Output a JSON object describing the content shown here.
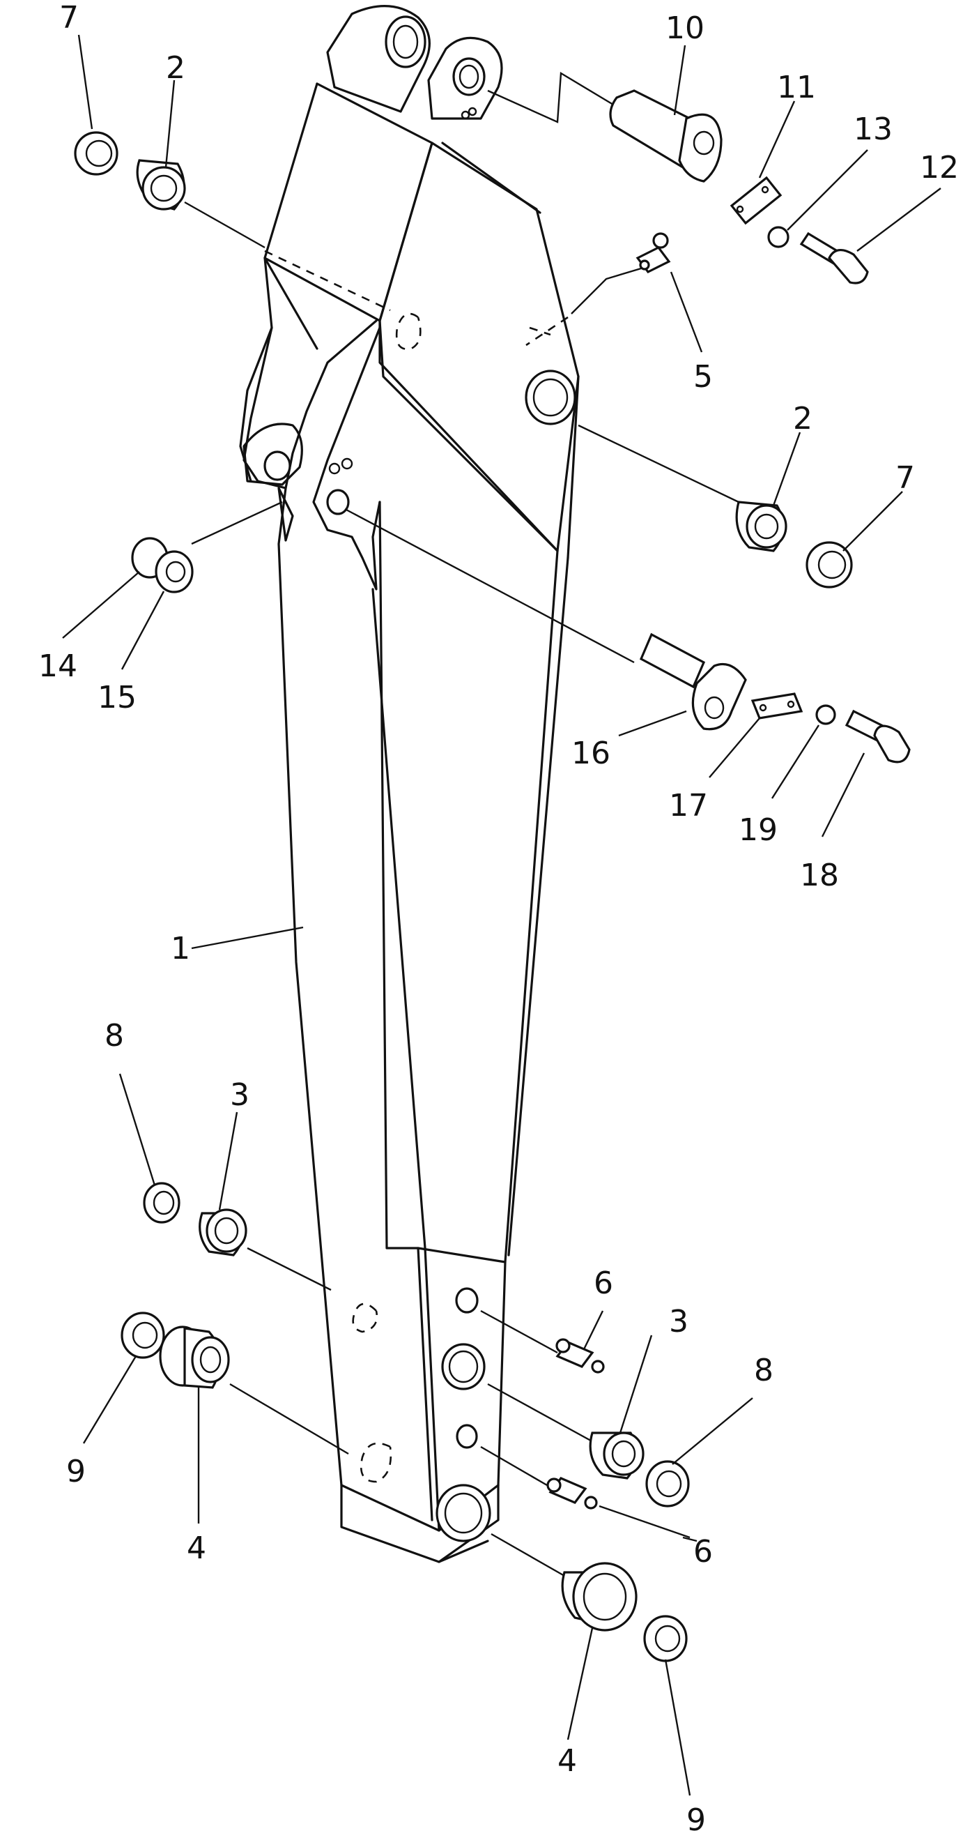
{
  "diagram": {
    "part_callouts": [
      {
        "key": "c7a",
        "label": "7"
      },
      {
        "key": "c2a",
        "label": "2"
      },
      {
        "key": "c10",
        "label": "10"
      },
      {
        "key": "c11",
        "label": "11"
      },
      {
        "key": "c13",
        "label": "13"
      },
      {
        "key": "c12",
        "label": "12"
      },
      {
        "key": "c5",
        "label": "5"
      },
      {
        "key": "c2b",
        "label": "2"
      },
      {
        "key": "c7b",
        "label": "7"
      },
      {
        "key": "c14",
        "label": "14"
      },
      {
        "key": "c15",
        "label": "15"
      },
      {
        "key": "c16",
        "label": "16"
      },
      {
        "key": "c17",
        "label": "17"
      },
      {
        "key": "c19",
        "label": "19"
      },
      {
        "key": "c18",
        "label": "18"
      },
      {
        "key": "c1",
        "label": "1"
      },
      {
        "key": "c8a",
        "label": "8"
      },
      {
        "key": "c3a",
        "label": "3"
      },
      {
        "key": "c6a",
        "label": "6"
      },
      {
        "key": "c3b",
        "label": "3"
      },
      {
        "key": "c8b",
        "label": "8"
      },
      {
        "key": "c9a",
        "label": "9"
      },
      {
        "key": "c4a",
        "label": "4"
      },
      {
        "key": "c6b",
        "label": "6"
      },
      {
        "key": "c4b",
        "label": "4"
      },
      {
        "key": "c9b",
        "label": "9"
      }
    ]
  }
}
